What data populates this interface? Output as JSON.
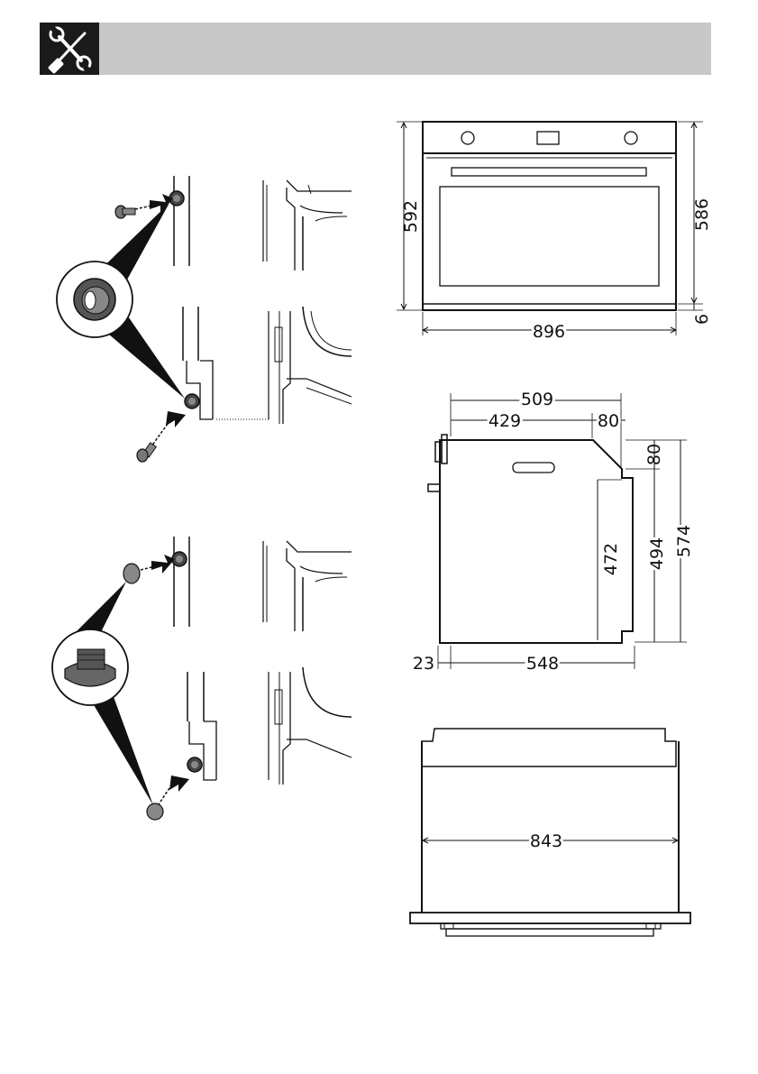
{
  "header": {
    "icon": "tools-icon"
  },
  "front_view": {
    "height_total": "592",
    "height_front": "586",
    "bottom_gap": "6",
    "width": "896"
  },
  "side_view": {
    "depth_total": "509",
    "depth_body": "429",
    "depth_top": "80",
    "height_top": "80",
    "height_inner": "472",
    "height_mid": "494",
    "height_total": "574",
    "front_offset": "23",
    "depth_bottom": "548"
  },
  "top_view": {
    "width_inner": "843"
  }
}
